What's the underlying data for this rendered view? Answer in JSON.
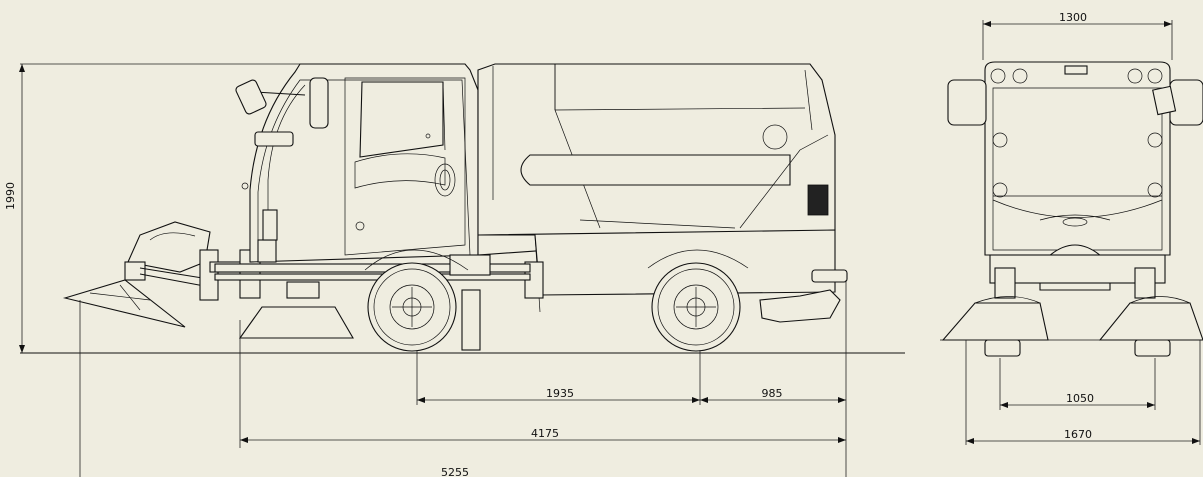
{
  "dimensions": {
    "height": "1990",
    "cab_width": "1300",
    "wheelbase": "1935",
    "rear_overhang": "985",
    "body_length": "4175",
    "total_length": "5255",
    "track": "1050",
    "brush_width": "1670"
  }
}
